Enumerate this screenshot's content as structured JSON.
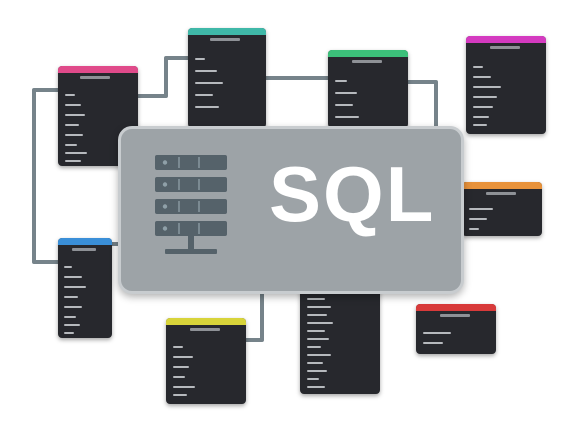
{
  "diagram": {
    "center_label": "SQL",
    "colors": {
      "background": "#ffffff",
      "connector": "#76838a",
      "card_body": "#27282d",
      "panel_fill": "#9da3a7",
      "panel_border": "#c8cccf",
      "label_text": "#ffffff",
      "icon_fill": "#55626a"
    },
    "center_icon": "database-server-icon",
    "tables": [
      {
        "id": "table-pink-left",
        "accent": "#e04a8a",
        "rows": 8
      },
      {
        "id": "table-teal-top",
        "accent": "#3fb8a8",
        "rows": 5
      },
      {
        "id": "table-green-top",
        "accent": "#3cc07a",
        "rows": 4
      },
      {
        "id": "table-magenta-right",
        "accent": "#d43ac0",
        "rows": 7
      },
      {
        "id": "table-orange-right",
        "accent": "#e8923a",
        "rows": 3
      },
      {
        "id": "table-blue-left",
        "accent": "#3a8fd8",
        "rows": 8
      },
      {
        "id": "table-yellow-bottom",
        "accent": "#d8d43a",
        "rows": 6
      },
      {
        "id": "table-center-bottom",
        "accent": "#27282d",
        "rows": 12
      },
      {
        "id": "table-red-bottom",
        "accent": "#d83a3a",
        "rows": 2
      }
    ]
  }
}
